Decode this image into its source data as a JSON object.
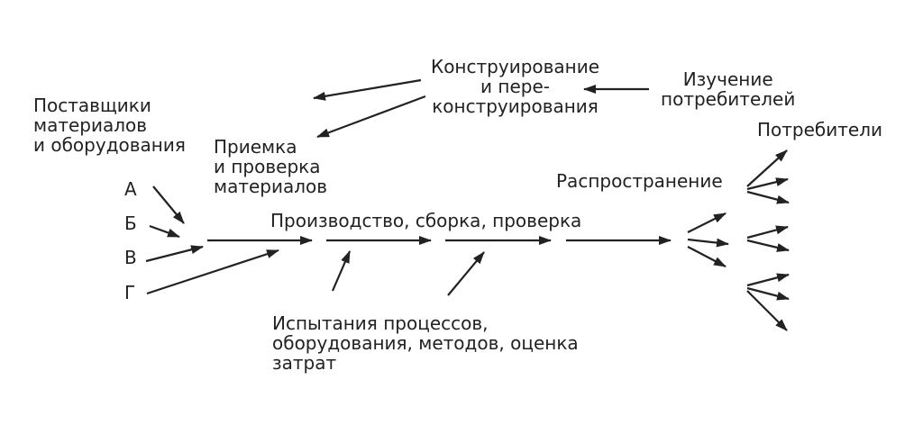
{
  "labels": {
    "suppliers": "Поставщики\nматериалов\nи оборудования",
    "design": "Конструирование\nи пере-\nконструирования",
    "consumer_study": "Изучение\nпотребителей",
    "acceptance": "Приемка\nи проверка\nматериалов",
    "consumers": "Потребители",
    "distribution": "Распространение",
    "production": "Производство, сборка, проверка",
    "testing": "Испытания процессов,\nоборудования, методов, оценка\nзатрат"
  },
  "supplier_letters": [
    "А",
    "Б",
    "В",
    "Г"
  ],
  "colors": {
    "ink": "#222222",
    "background": "#ffffff"
  }
}
